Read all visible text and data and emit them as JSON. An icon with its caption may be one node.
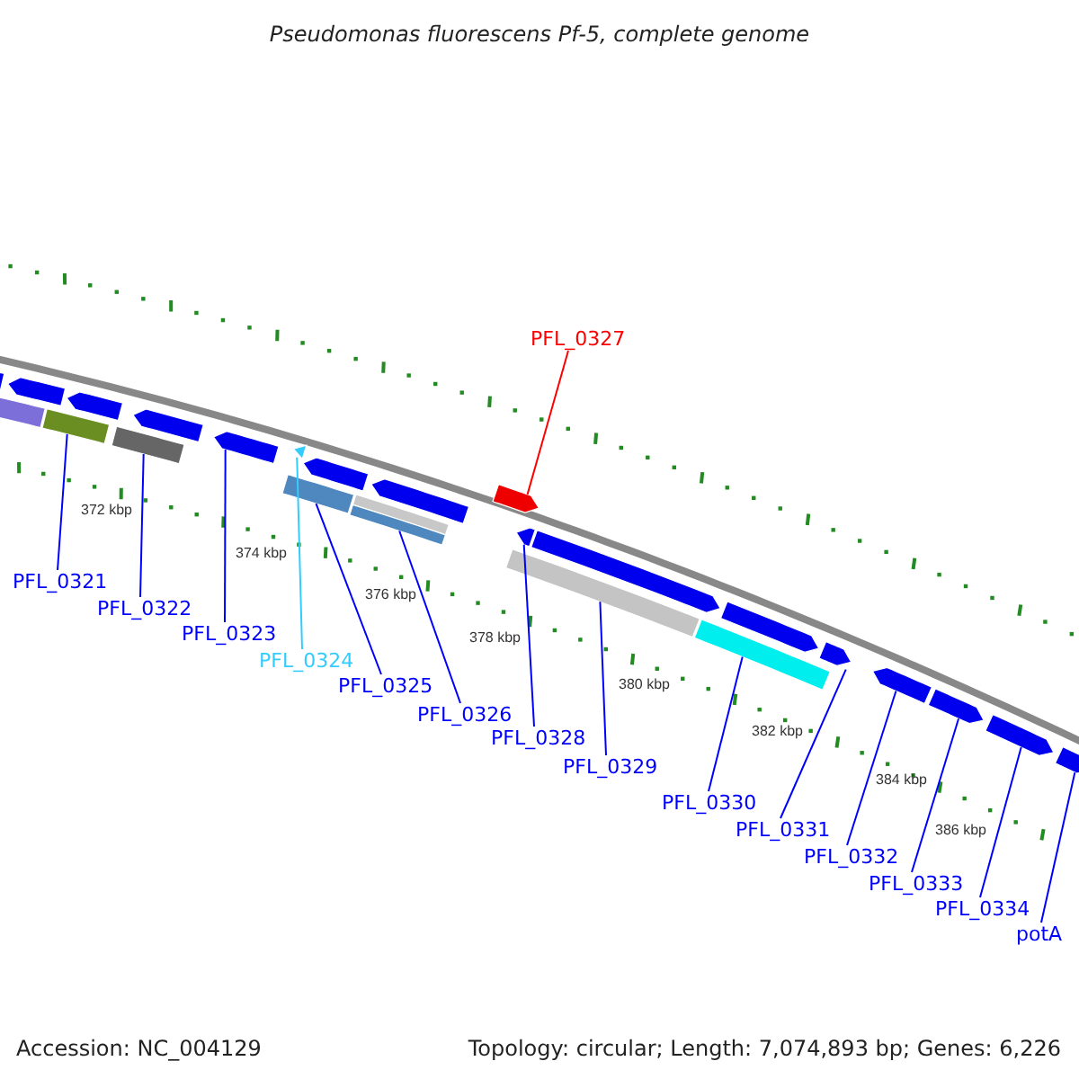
{
  "diagram": {
    "title": "Pseudomonas fluorescens Pf-5, complete genome",
    "nodes": [
      {
        "text": [
          "PFL_0321"
        ]
      },
      {
        "text": [
          "PFL_0322"
        ]
      },
      {
        "text": [
          "PFL_0323"
        ]
      },
      {
        "text": [
          "PFL_0324"
        ]
      },
      {
        "text": [
          "PFL_0325"
        ]
      },
      {
        "text": [
          "PFL_0326"
        ]
      },
      {
        "text": [
          "PFL_0327"
        ]
      },
      {
        "text": [
          "PFL_0328"
        ]
      },
      {
        "text": [
          "PFL_0329"
        ]
      },
      {
        "text": [
          "PFL_0330"
        ]
      },
      {
        "text": [
          "PFL_0331"
        ]
      },
      {
        "text": [
          "PFL_0332"
        ]
      },
      {
        "text": [
          "PFL_0333"
        ]
      },
      {
        "text": [
          "PFL_0334"
        ]
      },
      {
        "text": [
          "potA"
        ]
      },
      {
        "text": [],
        "shape": "bar"
      },
      {
        "text": [],
        "shape": "bar"
      },
      {
        "text": [],
        "shape": "bar"
      },
      {
        "text": [],
        "shape": "bar"
      },
      {
        "text": [],
        "shape": "bar"
      },
      {
        "text": [],
        "shape": "bar"
      },
      {
        "text": [],
        "shape": "bar"
      },
      {
        "text": [],
        "shape": "bar"
      },
      {
        "text": [],
        "shape": "bar"
      },
      {
        "text": [],
        "shape": "bar"
      },
      {
        "text": [],
        "shape": "bar"
      },
      {
        "text": [],
        "shape": "bar"
      },
      {
        "text": [],
        "shape": "bar"
      },
      {
        "text": [],
        "shape": "bar"
      },
      {
        "text": [],
        "shape": "bar"
      },
      {
        "text": [],
        "shape": "bar"
      },
      {
        "text": [],
        "shape": "bar"
      },
      {
        "text": [],
        "shape": "bar"
      },
      {
        "text": [],
        "shape": "bar"
      },
      {
        "text": [],
        "shape": "bar"
      },
      {
        "text": [],
        "shape": "bar"
      },
      {
        "text": [],
        "shape": "bar"
      },
      {
        "text": [],
        "shape": "bar"
      },
      {
        "text": [],
        "shape": "bar"
      }
    ],
    "edges": [
      {
        "from": 0,
        "to": 15,
        "arrow": "none"
      },
      {
        "from": 1,
        "to": 16,
        "arrow": "none"
      },
      {
        "from": 2,
        "to": 17,
        "arrow": "none"
      },
      {
        "from": 3,
        "to": 18,
        "arrow": "none",
        "color": "#33ccff"
      },
      {
        "from": 4,
        "to": 19,
        "arrow": "none"
      },
      {
        "from": 5,
        "to": 20,
        "arrow": "none"
      },
      {
        "from": 6,
        "to": 21,
        "arrow": "none",
        "color": "#ff0000"
      },
      {
        "from": 7,
        "to": 22,
        "arrow": "none"
      },
      {
        "from": 8,
        "to": 23,
        "arrow": "none"
      },
      {
        "from": 9,
        "to": 24,
        "arrow": "none"
      },
      {
        "from": 10,
        "to": 25,
        "arrow": "none"
      },
      {
        "from": 11,
        "to": 26,
        "arrow": "none"
      },
      {
        "from": 12,
        "to": 27,
        "arrow": "none"
      },
      {
        "from": 13,
        "to": 28,
        "arrow": "none"
      },
      {
        "from": 14,
        "to": 29,
        "arrow": "none"
      }
    ],
    "labels": [
      "372 kbp",
      "374 kbp",
      "376 kbp",
      "378 kbp",
      "380 kbp",
      "382 kbp",
      "384 kbp",
      "386 kbp",
      "Accession: NC_004129",
      "Topology: circular; Length: 7,074,893 bp; Genes: 6,226"
    ]
  }
}
